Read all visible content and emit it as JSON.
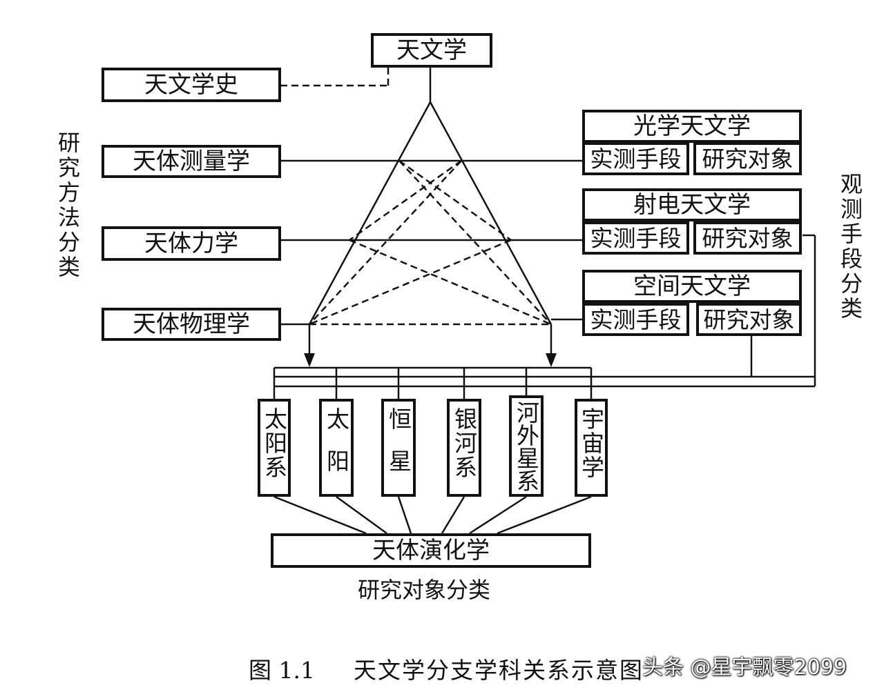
{
  "diagram": {
    "root": "天文学",
    "history": "天文学史",
    "method_branches": [
      "天体测量学",
      "天体力学",
      "天体物理学"
    ],
    "method_axis_label": "研究方法分类",
    "observation_branches": [
      {
        "title": "光学天文学",
        "means": "实测手段",
        "objects": "研究对象"
      },
      {
        "title": "射电天文学",
        "means": "实测手段",
        "objects": "研究对象"
      },
      {
        "title": "空间天文学",
        "means": "实测手段",
        "objects": "研究对象"
      }
    ],
    "observation_axis_label": "观测手段分类",
    "objects": [
      "太阳系",
      "太阳",
      "恒星",
      "银河系",
      "河外星系",
      "宇宙学"
    ],
    "evolution": "天体演化学",
    "object_axis_label": "研究对象分类"
  },
  "caption": {
    "number": "图 1.1",
    "text": "天文学分支学科关系示意图"
  },
  "watermark": "头条 @星宇飘零2099"
}
